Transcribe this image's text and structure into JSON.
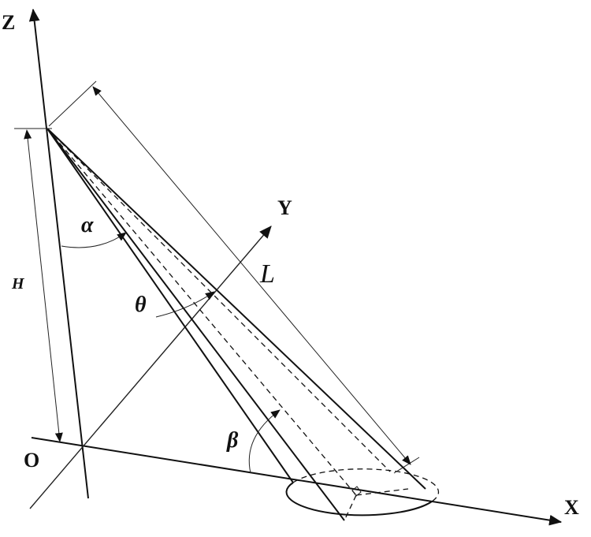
{
  "labels": {
    "z_axis": "Z",
    "y_axis": "Y",
    "x_axis": "X",
    "origin": "O",
    "height": "H",
    "length": "L",
    "alpha": "α",
    "theta": "θ",
    "beta": "β"
  }
}
